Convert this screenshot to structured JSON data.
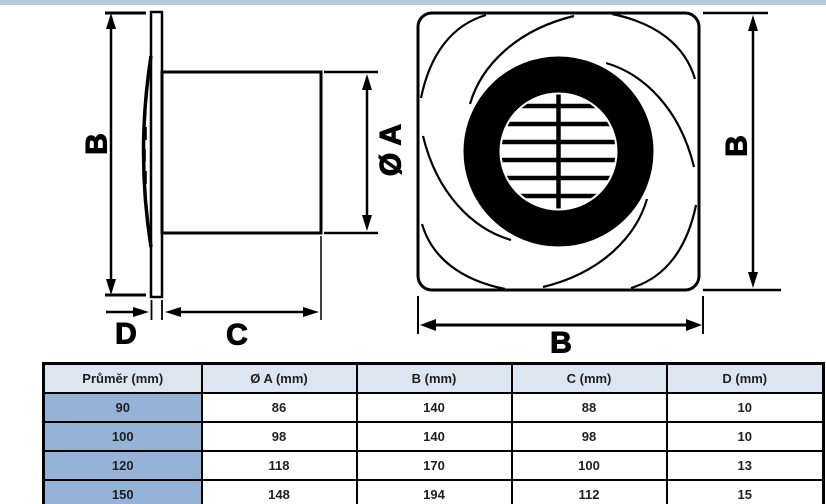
{
  "page": {
    "top_bar_color": "#b0cbdd",
    "background_color": "#ffffff"
  },
  "side_view": {
    "label_b": "B",
    "label_diameter": "Ø A",
    "label_d": "D",
    "label_c": "C"
  },
  "front_view": {
    "label_b_right": "B",
    "label_b_bottom": "B"
  },
  "table": {
    "headers": [
      "Průměr (mm)",
      "Ø A (mm)",
      "B (mm)",
      "C (mm)",
      "D (mm)"
    ],
    "rows": [
      [
        "90",
        "86",
        "140",
        "88",
        "10"
      ],
      [
        "100",
        "98",
        "140",
        "98",
        "10"
      ],
      [
        "120",
        "118",
        "170",
        "100",
        "13"
      ],
      [
        "150",
        "148",
        "194",
        "112",
        "15"
      ]
    ],
    "colors": {
      "header_bg": "#dce6f1",
      "first_col_bg": "#95b3d7",
      "border": "#000000",
      "text": "#1f1f1f"
    }
  }
}
